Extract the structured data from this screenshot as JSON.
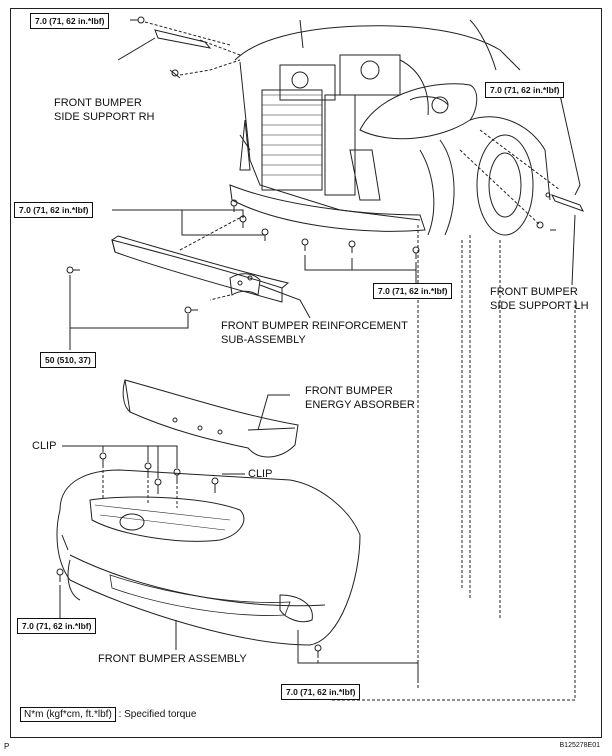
{
  "torque_label": "7.0 (71, 62 in.*lbf)",
  "torque_label_50": "50 (510, 37)",
  "labels": {
    "side_support_rh": [
      "FRONT BUMPER",
      "SIDE SUPPORT RH"
    ],
    "side_support_lh": [
      "FRONT BUMPER",
      "SIDE SUPPORT LH"
    ],
    "reinforcement": [
      "FRONT BUMPER REINFORCEMENT",
      "SUB-ASSEMBLY"
    ],
    "energy_absorber": [
      "FRONT BUMPER",
      "ENERGY ABSORBER"
    ],
    "clip": "CLIP",
    "bumper_assembly": "FRONT BUMPER ASSEMBLY"
  },
  "legend": {
    "unit": "N*m (kgf*cm, ft.*lbf)",
    "text": ": Specified torque"
  },
  "diagram_code": "B125278E01",
  "page_mark": "P"
}
